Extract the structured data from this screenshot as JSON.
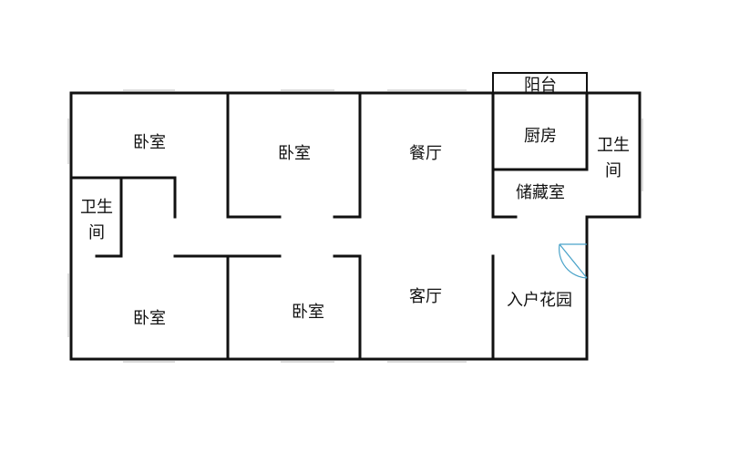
{
  "rooms": {
    "bedroom_top_left": "卧室",
    "bedroom_top_middle": "卧室",
    "bedroom_bottom_left": "卧室",
    "bedroom_bottom_middle": "卧室",
    "dining_room": "餐厅",
    "living_room": "客厅",
    "kitchen": "厨房",
    "balcony": "阳台",
    "storage_room": "储藏室",
    "entrance_garden": "入户花园",
    "bathroom_left_line1": "卫生",
    "bathroom_left_line2": "间",
    "bathroom_right_line1": "卫生",
    "bathroom_right_line2": "间"
  },
  "colors": {
    "wall": "#111111",
    "window": "#bdbdbd",
    "door": "#4aa3c9",
    "background": "#ffffff"
  }
}
